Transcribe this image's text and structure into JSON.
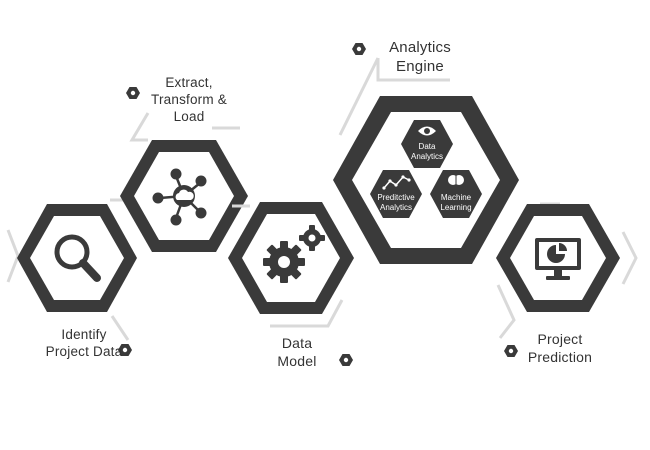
{
  "steps": [
    {
      "id": "identify",
      "label_lines": [
        "Identify",
        "Project Data"
      ],
      "icon": "magnifier-icon"
    },
    {
      "id": "etl",
      "label_lines": [
        "Extract,",
        "Transform &",
        "Load"
      ],
      "icon": "network-cloud-icon"
    },
    {
      "id": "model",
      "label_lines": [
        "Data",
        "Model"
      ],
      "icon": "gears-icon"
    },
    {
      "id": "analytics",
      "label_lines": [
        "Analytics",
        "Engine"
      ],
      "icon": "analytics-engine-cluster"
    },
    {
      "id": "prediction",
      "label_lines": [
        "Project",
        "Prediction"
      ],
      "icon": "monitor-pie-chart-icon"
    }
  ],
  "engine_parts": {
    "data_analytics": [
      "Data",
      "Analytics"
    ],
    "predictive": [
      "Preditctive",
      "Analytics"
    ],
    "machine_learning": [
      "Machine",
      "Learning"
    ]
  },
  "colors": {
    "hexagon": "#3a3a3a",
    "hexagon_inner": "#ffffff",
    "outline": "#d9d9d9",
    "text": "#333333"
  }
}
